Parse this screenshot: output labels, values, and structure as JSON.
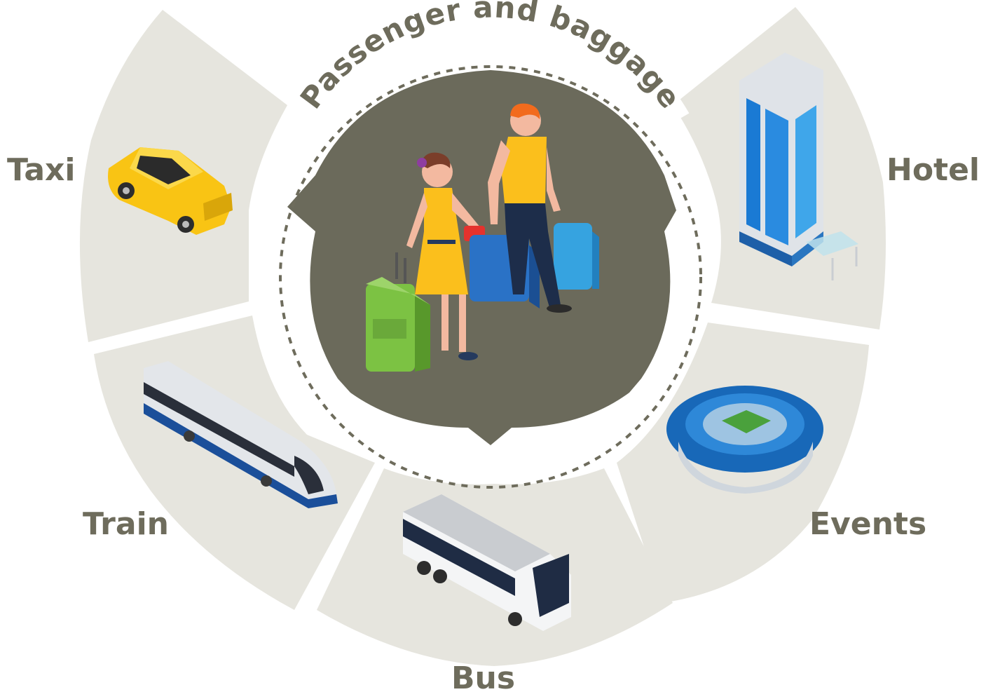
{
  "center": {
    "title": "Passenger and baggage",
    "icon": "traveling-couple-with-luggage"
  },
  "segments": [
    {
      "id": "taxi",
      "label": "Taxi",
      "icon": "yellow-taxi-car"
    },
    {
      "id": "hotel",
      "label": "Hotel",
      "icon": "blue-glass-hotel-tower"
    },
    {
      "id": "events",
      "label": "Events",
      "icon": "blue-stadium"
    },
    {
      "id": "bus",
      "label": "Bus",
      "icon": "white-coach-bus"
    },
    {
      "id": "train",
      "label": "Train",
      "icon": "silver-high-speed-train"
    }
  ],
  "colors": {
    "segment_fill": "#e6e5de",
    "label": "#6e6c5c",
    "hub_fill": "#6b6a5b",
    "dashed_ring": "#6e6c5c"
  }
}
